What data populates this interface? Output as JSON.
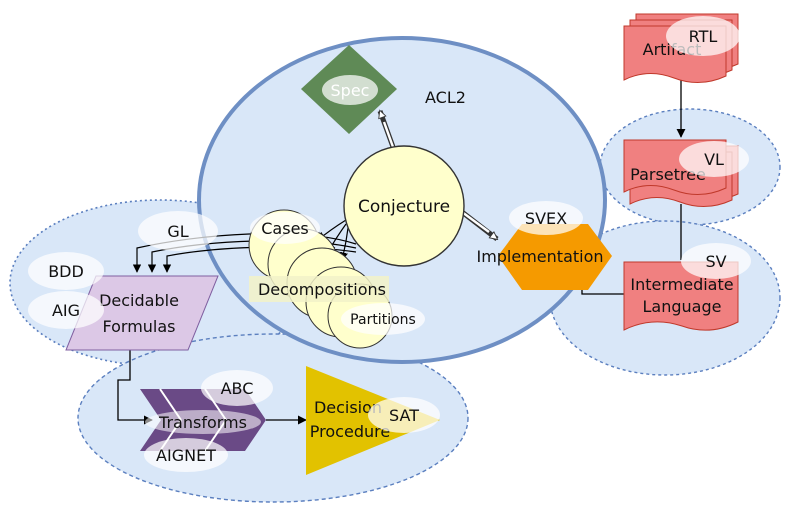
{
  "colors": {
    "region_fill": "#d9e7f8",
    "region_stroke": "#5b7fbf",
    "main_stroke": "#6e8fc4",
    "spec_fill": "#5f8a56",
    "conjecture_fill": "#ffffcc",
    "conjecture_stroke": "#333333",
    "svex_fill": "#f59a00",
    "artifact_fill": "#f08080",
    "artifact_stroke": "#c0392b",
    "formulas_fill": "#dcc8e6",
    "formulas_stroke": "#7f5fa0",
    "transforms_fill": "#6a4a86",
    "decision_fill": "#e2c200",
    "tag_fill": "#ffffff"
  },
  "labels": {
    "acl2": "ACL2",
    "spec": "Spec",
    "conjecture": "Conjecture",
    "svex": "SVEX",
    "implementation": "Implementation",
    "cases": "Cases",
    "decompositions": "Decompositions",
    "partitions": "Partitions",
    "gl": "GL",
    "bdd": "BDD",
    "aig": "AIG",
    "decidable": "Decidable",
    "formulas": "Formulas",
    "abc": "ABC",
    "transforms": "Transforms",
    "aignet": "AIGNET",
    "decision": "Decision",
    "procedure": "Procedure",
    "sat": "SAT",
    "artifact": "Artifact",
    "rtl": "RTL",
    "parsetree": "Parsetree",
    "vl": "VL",
    "intermediate": "Intermediate",
    "language": "Language",
    "sv": "SV"
  }
}
